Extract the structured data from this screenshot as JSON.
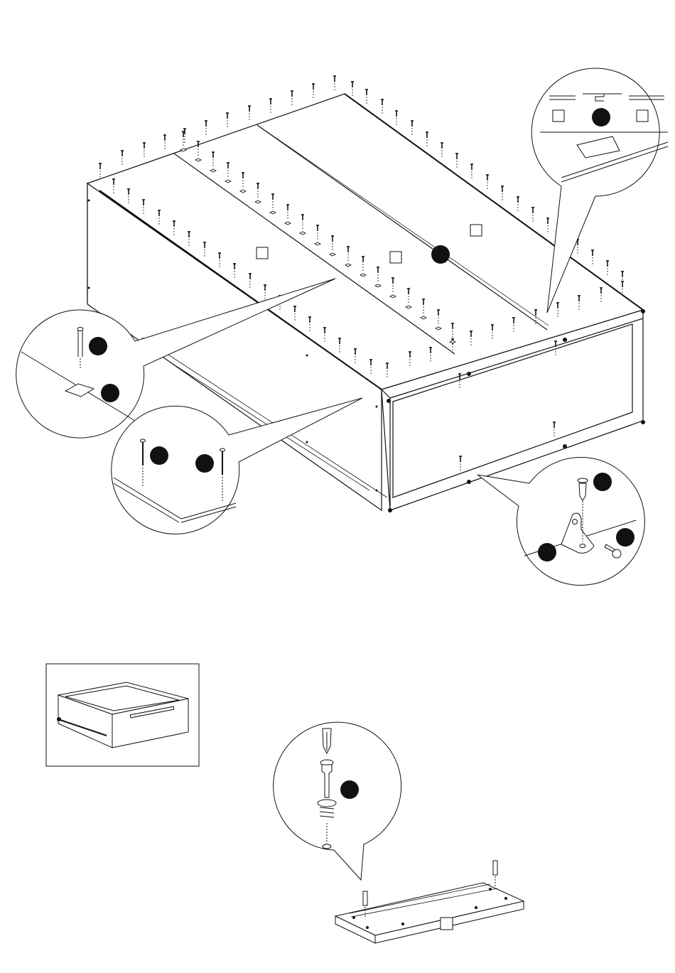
{
  "page": {
    "background": "#ffffff",
    "ink": "#111111"
  },
  "diagram": {
    "main_assembly": {
      "back_panels": 3,
      "callouts": [
        {
          "name": "connector-strip-detail",
          "markers": 1,
          "part_boxes": 2
        },
        {
          "name": "nail-with-washer-detail",
          "markers": 2
        },
        {
          "name": "panel-nails-detail",
          "markers": 2
        },
        {
          "name": "corner-bracket-detail",
          "markers": 3
        }
      ]
    },
    "drawer_thumbnail": {
      "frame": true
    },
    "bottom_step": {
      "callouts": [
        {
          "name": "cam-screw-detail",
          "markers": 1
        }
      ]
    }
  }
}
